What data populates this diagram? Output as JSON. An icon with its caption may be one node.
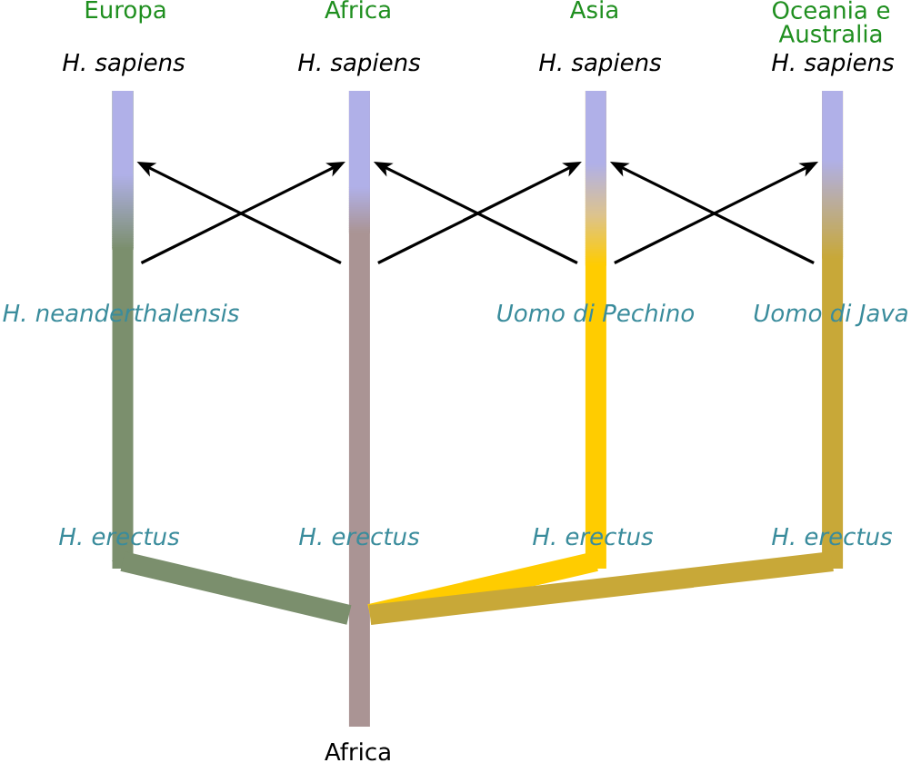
{
  "diagram": {
    "nodes": [
      {
        "text": [
          "H. neanderthalensis",
          "H. erectus"
        ],
        "beside": [
          "Europa",
          "H. sapiens"
        ]
      },
      {
        "text": [
          "H. erectus"
        ],
        "beside": [
          "Africa",
          "H. sapiens",
          "Africa"
        ]
      },
      {
        "text": [
          "Uomo di Pechino",
          "H. erectus"
        ],
        "beside": [
          "Asia",
          "H. sapiens"
        ]
      },
      {
        "text": [
          "Uomo di Java",
          "H. erectus"
        ],
        "beside": [
          "Oceania e Australia",
          "H. sapiens"
        ]
      }
    ],
    "edges": [
      {
        "from": 0,
        "to": 1,
        "arrow": "to"
      },
      {
        "from": 1,
        "to": 0,
        "arrow": "to"
      },
      {
        "from": 1,
        "to": 2,
        "arrow": "to"
      },
      {
        "from": 2,
        "to": 1,
        "arrow": "to"
      },
      {
        "from": 2,
        "to": 3,
        "arrow": "to"
      },
      {
        "from": 3,
        "to": 2,
        "arrow": "to"
      },
      {
        "from": 1,
        "to": 0,
        "arrow": "none",
        "style": "thick",
        "color": "#7b8f6d"
      },
      {
        "from": 1,
        "to": 2,
        "arrow": "none",
        "style": "thick",
        "color": "#ffcc00"
      },
      {
        "from": 1,
        "to": 3,
        "arrow": "none",
        "style": "thick",
        "color": "#c8a838"
      }
    ]
  }
}
